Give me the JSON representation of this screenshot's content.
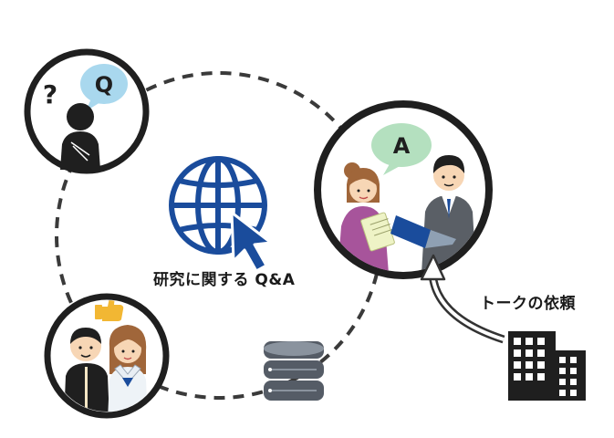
{
  "center": {
    "label": "研究に関する Q&A"
  },
  "request": {
    "label": "トークの依頼"
  },
  "bubbles": {
    "question": "Q",
    "answer": "A",
    "question_mark": "?"
  },
  "colors": {
    "globe_blue": "#1a4c9c",
    "dark": "#1f1f1f",
    "q_bubble": "#a9d8ee",
    "a_bubble": "#b4e0bf",
    "server": "#555c66",
    "thumb": "#f2b733",
    "woman_top": "#a7549b",
    "skin": "#f7d6b5"
  }
}
